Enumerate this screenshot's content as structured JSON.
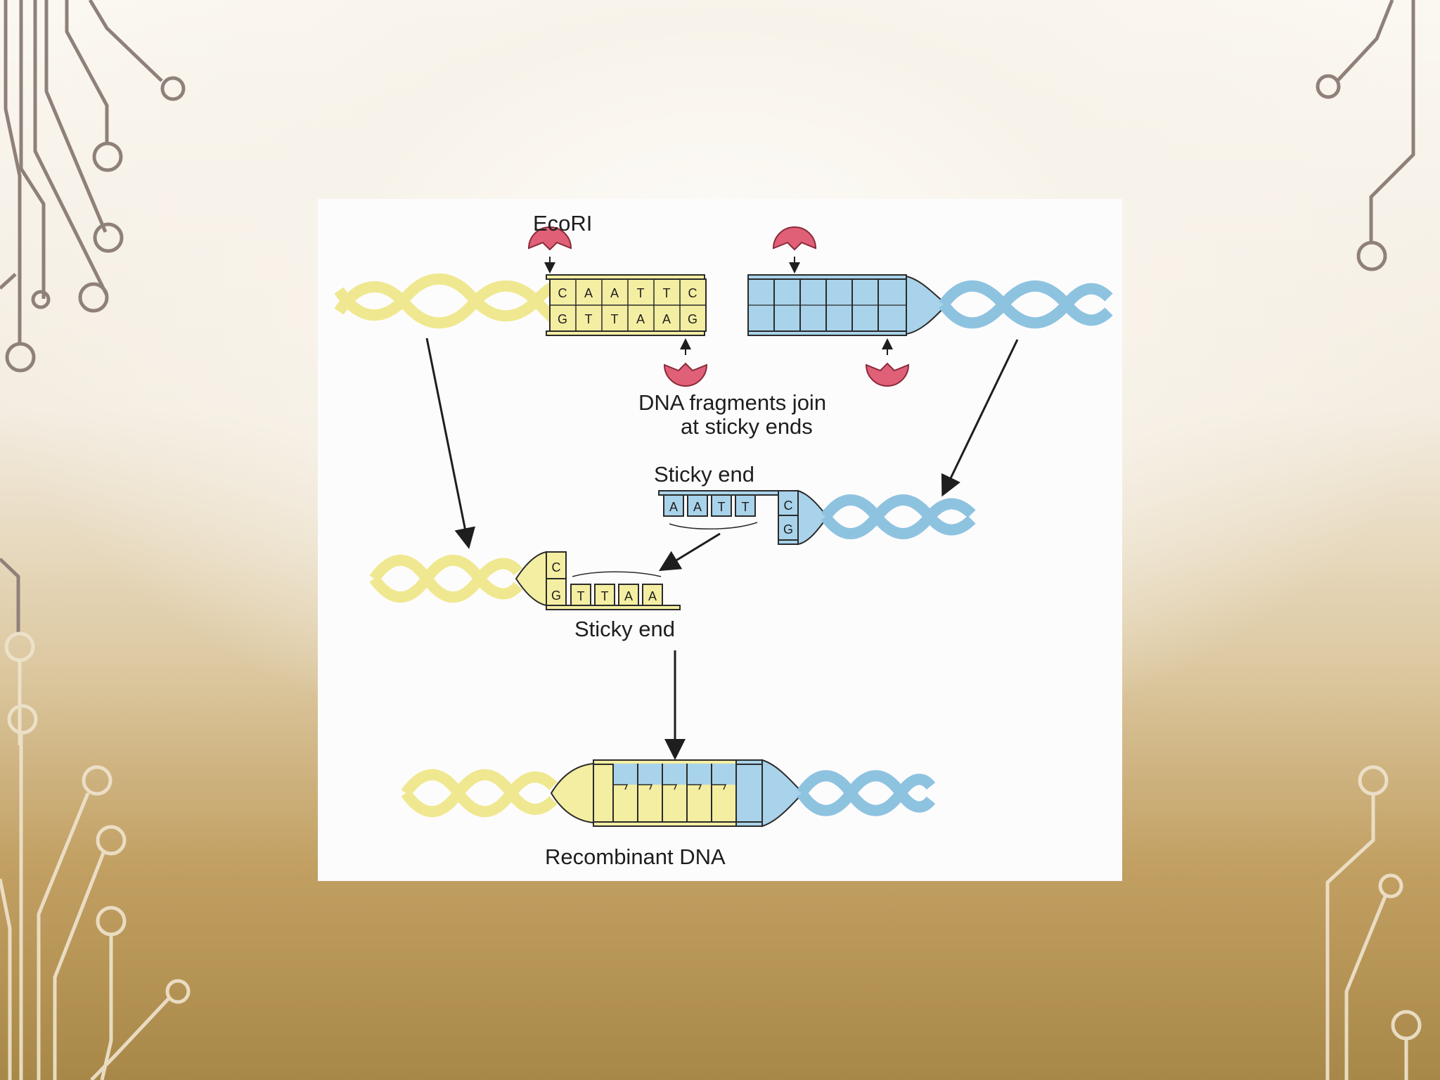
{
  "diagram": {
    "enzyme_label": "EcoRI",
    "join_label_line1": "DNA fragments join",
    "join_label_line2": "at sticky ends",
    "sticky_end_top": "Sticky end",
    "sticky_end_bottom": "Sticky end",
    "result_label": "Recombinant DNA",
    "cut_site_top_strand": [
      "C",
      "A",
      "A",
      "T",
      "T",
      "C"
    ],
    "cut_site_bottom_strand": [
      "G",
      "T",
      "T",
      "A",
      "A",
      "G"
    ],
    "blue_fragment_overhang": [
      "A",
      "A",
      "T",
      "T"
    ],
    "blue_fragment_pair": [
      "C",
      "G"
    ],
    "yellow_fragment_pair": [
      "C",
      "G"
    ],
    "yellow_fragment_overhang": [
      "T",
      "T",
      "A",
      "A"
    ],
    "colors": {
      "yellow_dna": "#f4eea2",
      "blue_dna": "#a9d3ea",
      "enzyme": "#e06078",
      "outline": "#2b2b2b",
      "circuit_dark": "#8a7c74",
      "circuit_light": "#f3ead6"
    }
  }
}
